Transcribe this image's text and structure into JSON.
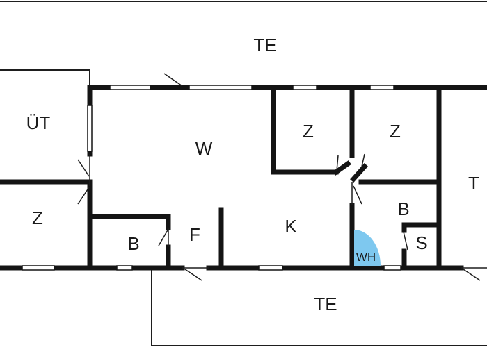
{
  "plan": {
    "colors": {
      "wall": "#141414",
      "thin_line": "#1e1e1e",
      "window": "#ffffff",
      "water_heater": "#7ec8ef",
      "background": "#ffffff"
    },
    "rooms": {
      "terrace_top": "TE",
      "terrace_bottom": "TE",
      "utility": "ÜT",
      "living": "W",
      "bedroom_1": "Z",
      "bedroom_2": "Z",
      "bedroom_3": "Z",
      "bathroom_1": "B",
      "bathroom_2": "B",
      "hall": "F",
      "kitchen": "K",
      "shower": "S",
      "terrace_right": "T"
    },
    "water_heater_label": "WH"
  }
}
